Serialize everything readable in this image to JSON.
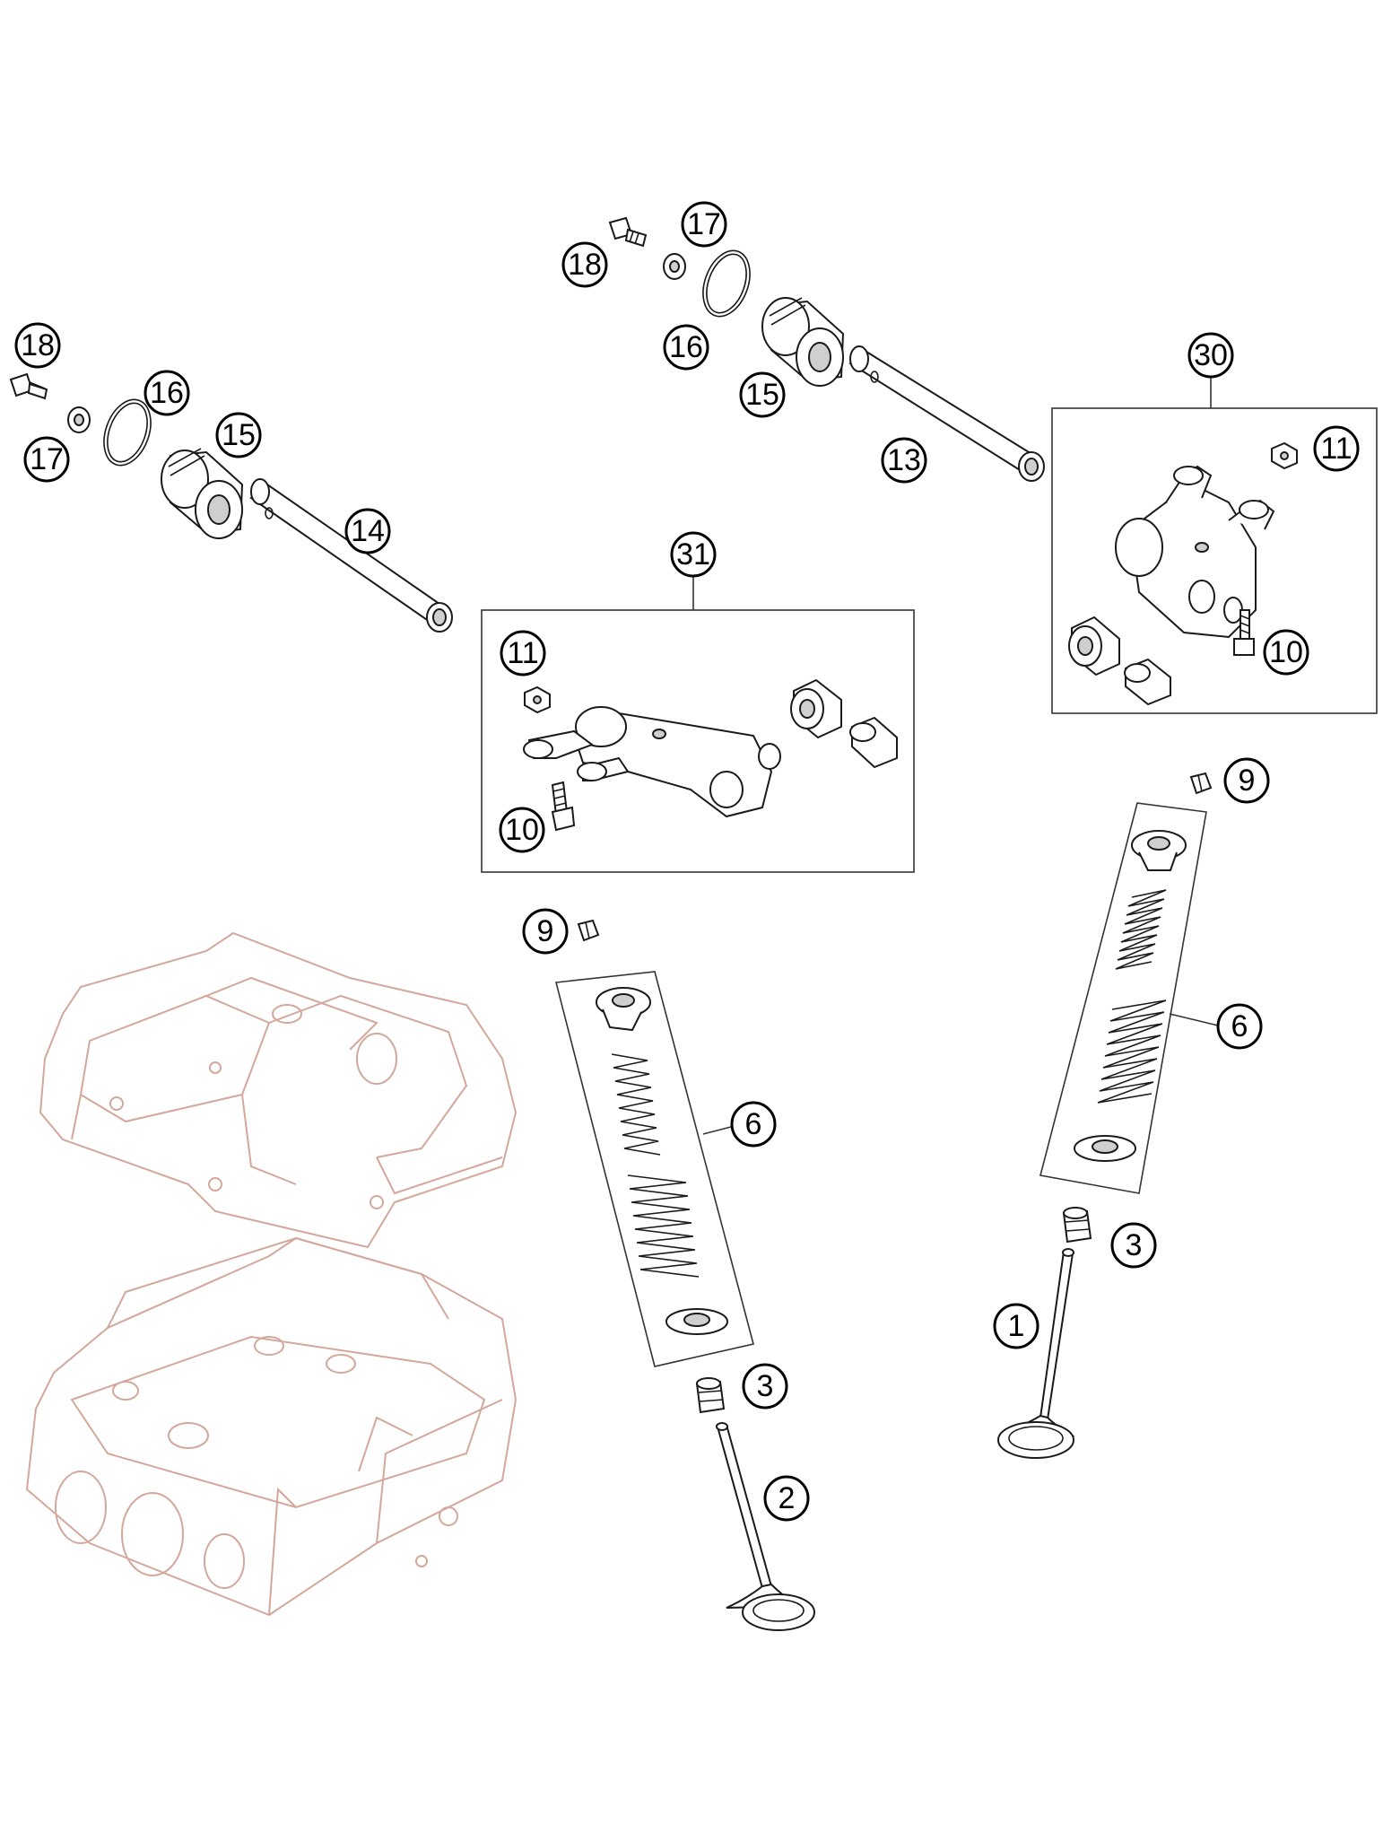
{
  "callouts": {
    "c18a": "18",
    "c17a": "17",
    "c16a": "16",
    "c15a": "15",
    "c14": "14",
    "c18b": "18",
    "c17b": "17",
    "c16b": "16",
    "c15b": "15",
    "c13": "13",
    "c30": "30",
    "c11a": "11",
    "c10a": "10",
    "c31": "31",
    "c11b": "11",
    "c10b": "10",
    "c9a": "9",
    "c6a": "6",
    "c3a": "3",
    "c1": "1",
    "c9b": "9",
    "c6b": "6",
    "c3b": "3",
    "c2": "2"
  },
  "colors": {
    "ghost_outline": "#d4a79b",
    "part_outline": "#1a1a1a"
  }
}
